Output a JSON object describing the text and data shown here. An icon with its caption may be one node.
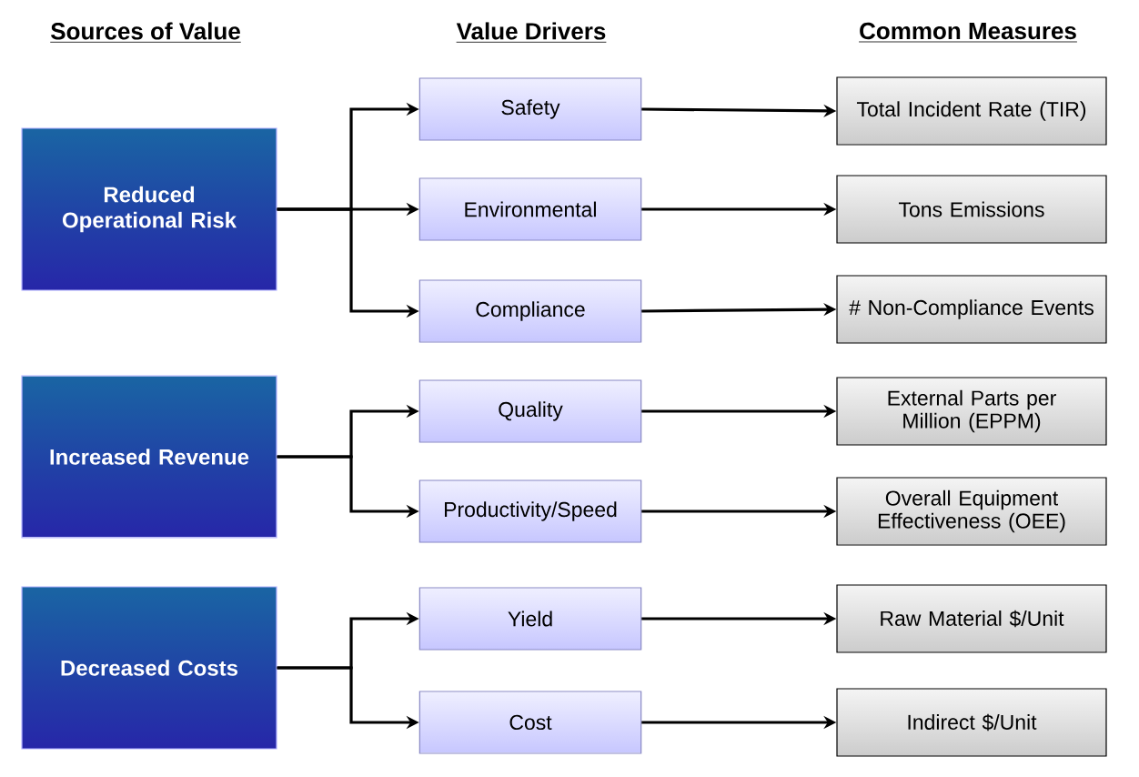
{
  "diagram": {
    "nodes": [
      {
        "text": [
          "Reduced Operational Risk"
        ]
      },
      {
        "text": [
          "Increased Revenue"
        ]
      },
      {
        "text": [
          "Decreased Costs"
        ]
      },
      {
        "text": [
          "Safety"
        ]
      },
      {
        "text": [
          "Environmental"
        ]
      },
      {
        "text": [
          "Compliance"
        ]
      },
      {
        "text": [
          "Quality"
        ]
      },
      {
        "text": [
          "Productivity/Speed"
        ]
      },
      {
        "text": [
          "Yield"
        ]
      },
      {
        "text": [
          "Cost"
        ]
      },
      {
        "text": [
          "Total Incident Rate (TIR)"
        ]
      },
      {
        "text": [
          "Tons Emissions"
        ]
      },
      {
        "text": [
          "# Non-Compliance Events"
        ]
      },
      {
        "text": [
          "External Parts per Million (EPPM)"
        ]
      },
      {
        "text": [
          "Overall Equipment Effectiveness (OEE)"
        ]
      },
      {
        "text": [
          "Raw Material $/Unit"
        ]
      },
      {
        "text": [
          "Indirect $/Unit"
        ]
      }
    ],
    "edges": [
      {
        "from": 0,
        "to": 3,
        "arrow": "to"
      },
      {
        "from": 0,
        "to": 4,
        "arrow": "to"
      },
      {
        "from": 0,
        "to": 5,
        "arrow": "to"
      },
      {
        "from": 1,
        "to": 6,
        "arrow": "to"
      },
      {
        "from": 1,
        "to": 7,
        "arrow": "to"
      },
      {
        "from": 2,
        "to": 8,
        "arrow": "to"
      },
      {
        "from": 2,
        "to": 9,
        "arrow": "to"
      },
      {
        "from": 3,
        "to": 10,
        "arrow": "to"
      },
      {
        "from": 4,
        "to": 11,
        "arrow": "to"
      },
      {
        "from": 5,
        "to": 12,
        "arrow": "to"
      },
      {
        "from": 6,
        "to": 13,
        "arrow": "to"
      },
      {
        "from": 7,
        "to": 14,
        "arrow": "to"
      },
      {
        "from": 8,
        "to": 15,
        "arrow": "to"
      },
      {
        "from": 9,
        "to": 16,
        "arrow": "to"
      }
    ],
    "labels": [
      "Sources of Value",
      "Value Drivers",
      "Common Measures"
    ]
  }
}
